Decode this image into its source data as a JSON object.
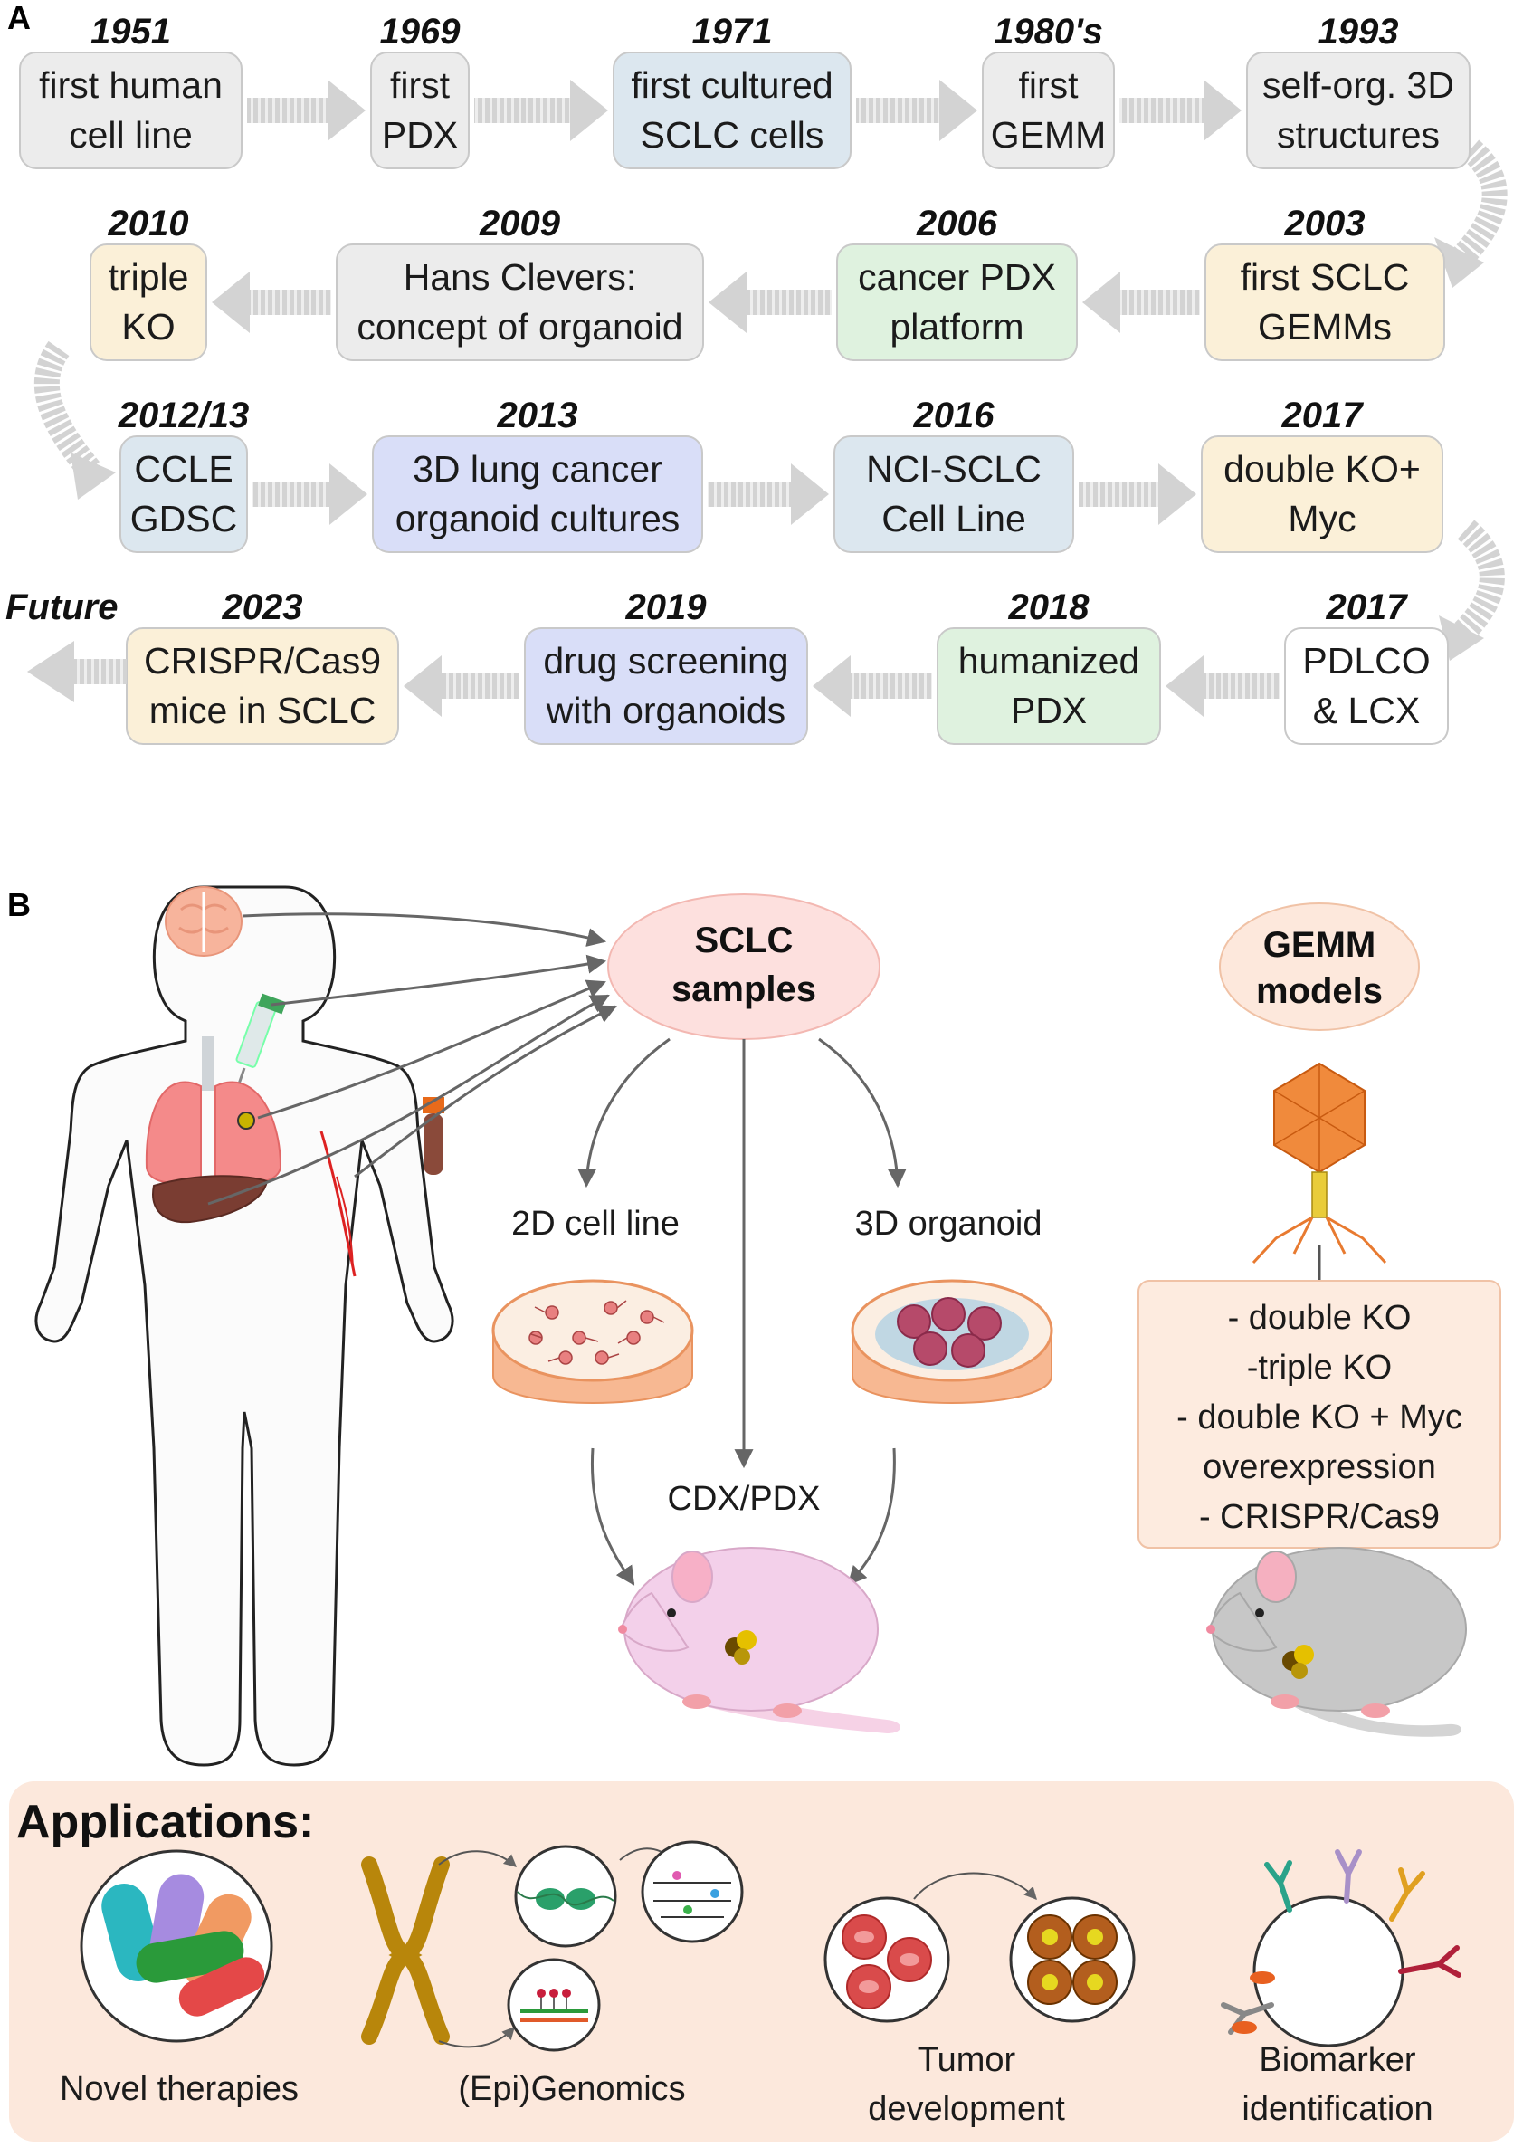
{
  "panel_a": {
    "label": "A",
    "future_label": "Future",
    "milestones": [
      {
        "year": "1951",
        "lines": [
          "first human",
          "cell line"
        ],
        "fill": "#ececec"
      },
      {
        "year": "1969",
        "lines": [
          "first",
          "PDX"
        ],
        "fill": "#ececec"
      },
      {
        "year": "1971",
        "lines": [
          "first cultured",
          "SCLC cells"
        ],
        "fill": "#dce7ef"
      },
      {
        "year": "1980's",
        "lines": [
          "first",
          "GEMM"
        ],
        "fill": "#ececec"
      },
      {
        "year": "1993",
        "lines": [
          "self-org. 3D",
          "structures"
        ],
        "fill": "#ececec"
      },
      {
        "year": "2003",
        "lines": [
          "first SCLC",
          "GEMMs"
        ],
        "fill": "#fbf0d8"
      },
      {
        "year": "2006",
        "lines": [
          "cancer PDX",
          "platform"
        ],
        "fill": "#dff2df"
      },
      {
        "year": "2009",
        "lines": [
          "Hans Clevers:",
          "concept of organoid"
        ],
        "fill": "#ececec"
      },
      {
        "year": "2010",
        "lines": [
          "triple",
          "KO"
        ],
        "fill": "#fbf0d8"
      },
      {
        "year": "2012/13",
        "lines": [
          "CCLE",
          "GDSC"
        ],
        "fill": "#dce7ef"
      },
      {
        "year": "2013",
        "lines": [
          "3D lung cancer",
          "organoid cultures"
        ],
        "fill": "#d9def8"
      },
      {
        "year": "2016",
        "lines": [
          "NCI-SCLC",
          "Cell Line"
        ],
        "fill": "#dce7ef"
      },
      {
        "year": "2017",
        "lines": [
          "double KO+",
          "Myc"
        ],
        "fill": "#fbf0d8"
      },
      {
        "year": "2017",
        "lines": [
          "PDLCO",
          "& LCX"
        ],
        "fill": "#ffffff"
      },
      {
        "year": "2018",
        "lines": [
          "humanized",
          "PDX"
        ],
        "fill": "#dff2df"
      },
      {
        "year": "2019",
        "lines": [
          "drug screening",
          "with organoids"
        ],
        "fill": "#d9def8"
      },
      {
        "year": "2023",
        "lines": [
          "CRISPR/Cas9",
          "mice in SCLC"
        ],
        "fill": "#fbf0d8"
      }
    ]
  },
  "panel_b": {
    "label": "B",
    "sclc_samples": [
      "SCLC",
      "samples"
    ],
    "gemm_models": [
      "GEMM",
      "models"
    ],
    "cell_line_label": "2D cell line",
    "organoid_label": "3D organoid",
    "cdx_label": "CDX/PDX",
    "gemm_list": [
      "- double KO",
      "-triple KO",
      "- double KO + Myc",
      "overexpression",
      "- CRISPR/Cas9"
    ]
  },
  "applications": {
    "title": "Applications:",
    "items": [
      {
        "lines": [
          "Novel therapies"
        ]
      },
      {
        "lines": [
          "(Epi)Genomics"
        ]
      },
      {
        "lines": [
          "Tumor",
          "development"
        ]
      },
      {
        "lines": [
          "Biomarker",
          "identification"
        ]
      }
    ]
  },
  "colors": {
    "arrow": "#d3d3d3",
    "connector": "#666666",
    "sclc_oval": "#fde0de",
    "gemm_oval": "#fde8dc",
    "applications_bg": "#fce8dc",
    "gemm_box": "#fdebdf"
  }
}
